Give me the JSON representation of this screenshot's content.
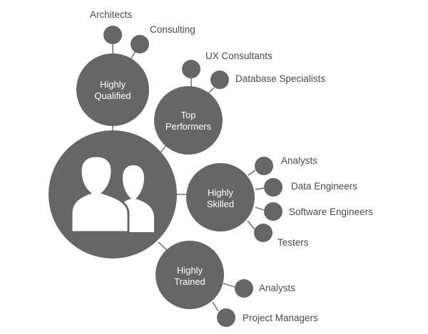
{
  "colors": {
    "node": "#666666",
    "link": "#666666",
    "label_text": "#4a4a4a",
    "hub_text": "#ffffff"
  },
  "center": {
    "icon": "user-group-icon"
  },
  "hubs": [
    {
      "id": "qualified",
      "lines": [
        "Highly",
        "Qualified"
      ],
      "leaves": [
        "Architects",
        "Consulting"
      ]
    },
    {
      "id": "performers",
      "lines": [
        "Top",
        "Performers"
      ],
      "leaves": [
        "UX Consultants",
        "Database Specialists"
      ]
    },
    {
      "id": "skilled",
      "lines": [
        "Highly",
        "Skilled"
      ],
      "leaves": [
        "Analysts",
        "Data Engineers",
        "Software Engineers",
        "Testers"
      ]
    },
    {
      "id": "trained",
      "lines": [
        "Highly",
        "Trained"
      ],
      "leaves": [
        "Analysts",
        "Project Managers"
      ]
    }
  ]
}
